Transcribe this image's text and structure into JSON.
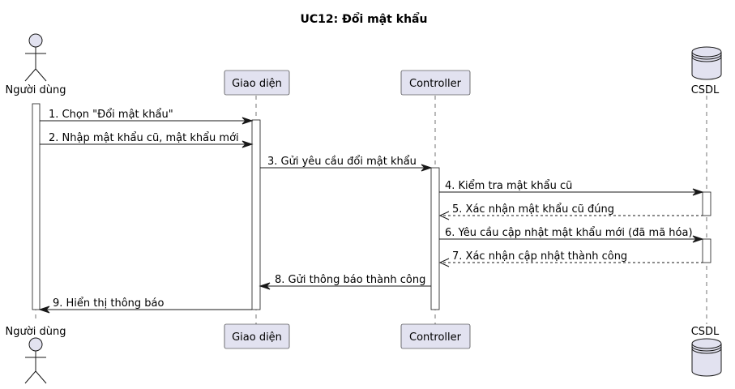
{
  "title": "UC12: Đổi mật khẩu",
  "participants": [
    {
      "id": "user",
      "label": "Người dùng",
      "kind": "actor"
    },
    {
      "id": "ui",
      "label": "Giao diện",
      "kind": "participant"
    },
    {
      "id": "controller",
      "label": "Controller",
      "kind": "participant"
    },
    {
      "id": "db",
      "label": "CSDL",
      "kind": "database"
    }
  ],
  "messages": [
    {
      "label": "1. Chọn \"Đổi mật khẩu\"",
      "from": "user",
      "to": "ui",
      "style": "solid"
    },
    {
      "label": "2. Nhập mật khẩu cũ, mật khẩu mới",
      "from": "user",
      "to": "ui",
      "style": "solid"
    },
    {
      "label": "3. Gửi yêu cầu đổi mật khẩu",
      "from": "ui",
      "to": "controller",
      "style": "solid"
    },
    {
      "label": "4. Kiểm tra mật khẩu cũ",
      "from": "controller",
      "to": "db",
      "style": "solid"
    },
    {
      "label": "5. Xác nhận mật khẩu cũ đúng",
      "from": "db",
      "to": "controller",
      "style": "dashed"
    },
    {
      "label": "6. Yêu cầu cập nhật mật khẩu mới (đã mã hóa)",
      "from": "controller",
      "to": "db",
      "style": "solid"
    },
    {
      "label": "7. Xác nhận cập nhật thành công",
      "from": "db",
      "to": "controller",
      "style": "dashed"
    },
    {
      "label": "8. Gửi thông báo thành công",
      "from": "controller",
      "to": "ui",
      "style": "solid"
    },
    {
      "label": "9. Hiển thị thông báo",
      "from": "ui",
      "to": "user",
      "style": "solid"
    }
  ]
}
